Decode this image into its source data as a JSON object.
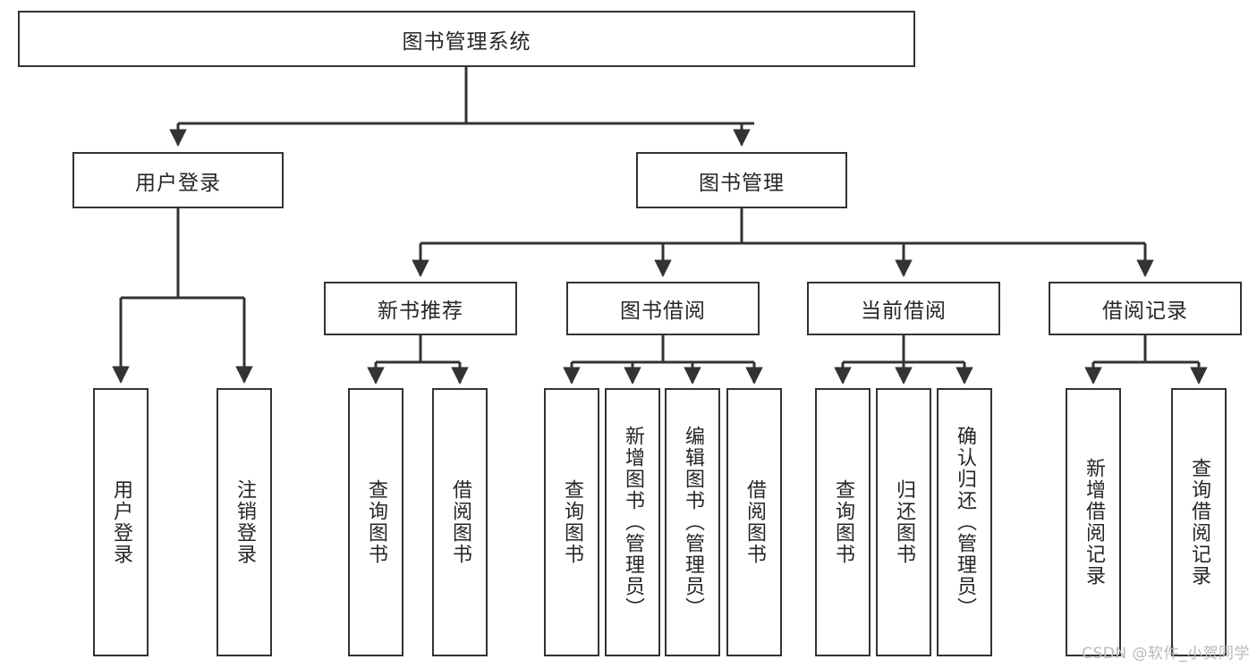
{
  "diagram": {
    "title": "图书管理系统",
    "type": "tree-hierarchy-diagram",
    "colors": {
      "box_border": "#333333",
      "box_fill": "#ffffff",
      "text": "#262626",
      "edge": "#333333",
      "watermark": "#b9b9b9"
    },
    "nodes": {
      "root": {
        "label": "图书管理系统"
      },
      "level2": [
        {
          "id": "user-login",
          "label": "用户登录"
        },
        {
          "id": "book-management",
          "label": "图书管理"
        }
      ],
      "level3": [
        {
          "id": "new-book-recommend",
          "label": "新书推荐"
        },
        {
          "id": "book-borrow",
          "label": "图书借阅"
        },
        {
          "id": "current-borrow",
          "label": "当前借阅"
        },
        {
          "id": "borrow-record",
          "label": "借阅记录"
        }
      ],
      "leaves": {
        "user_login": [
          {
            "id": "leaf-user-login",
            "label": "用户登录"
          },
          {
            "id": "leaf-logout-login",
            "label": "注销登录"
          }
        ],
        "new_book_recommend": [
          {
            "id": "leaf-query-book-1",
            "label": "查询图书"
          },
          {
            "id": "leaf-borrow-book-1",
            "label": "借阅图书"
          }
        ],
        "book_borrow": [
          {
            "id": "leaf-query-book-2",
            "label": "查询图书"
          },
          {
            "id": "leaf-add-book",
            "label": "新增图书（管理员）"
          },
          {
            "id": "leaf-edit-book",
            "label": "编辑图书（管理员）"
          },
          {
            "id": "leaf-borrow-book-2",
            "label": "借阅图书"
          }
        ],
        "current_borrow": [
          {
            "id": "leaf-query-book-3",
            "label": "查询图书"
          },
          {
            "id": "leaf-return-book",
            "label": "归还图书"
          },
          {
            "id": "leaf-confirm-return",
            "label": "确认归还（管理员）"
          }
        ],
        "borrow_record": [
          {
            "id": "leaf-add-record",
            "label": "新增借阅记录"
          },
          {
            "id": "leaf-query-record",
            "label": "查询借阅记录"
          }
        ]
      }
    },
    "watermark": "CSDN @软件_小贺同学"
  }
}
